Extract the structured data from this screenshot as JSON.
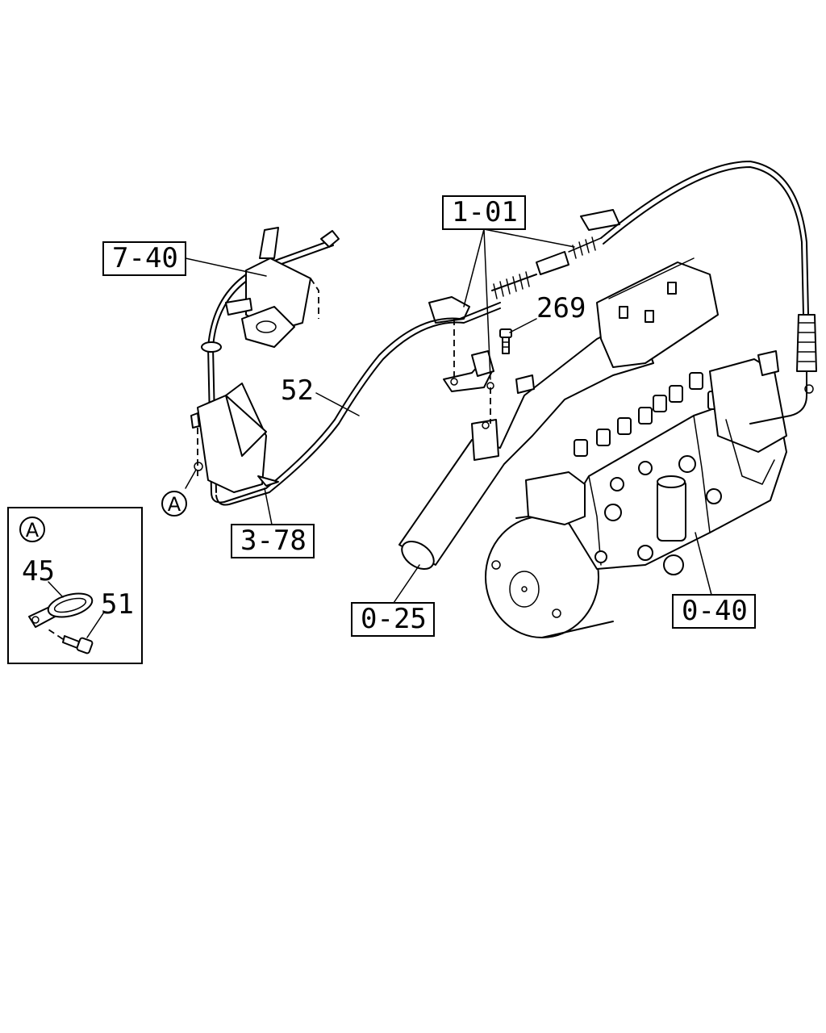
{
  "callouts": {
    "c_1_01": "1-01",
    "c_7_40": "7-40",
    "c_269": "269",
    "c_52": "52",
    "c_3_78": "3-78",
    "c_0_25": "0-25",
    "c_0_40": "0-40",
    "c_45": "45",
    "c_51": "51"
  },
  "detail_marker": "A",
  "detail_inset_marker": "A"
}
